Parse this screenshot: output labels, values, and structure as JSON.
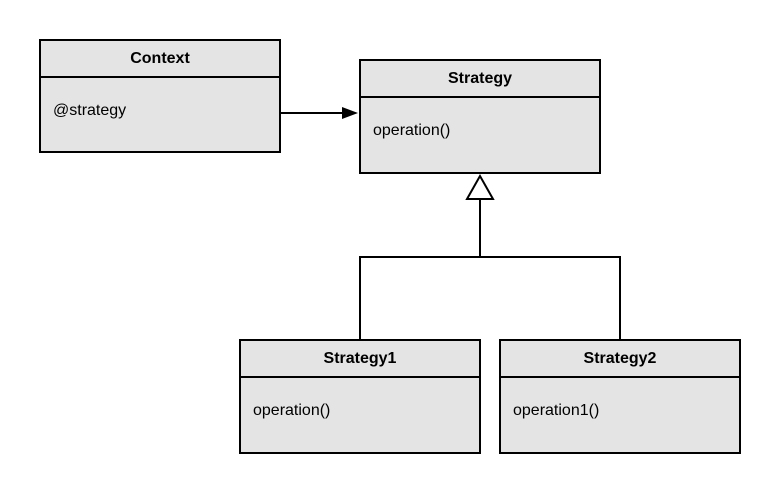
{
  "diagram": {
    "classes": {
      "context": {
        "title": "Context",
        "member": "@strategy"
      },
      "strategy": {
        "title": "Strategy",
        "member": "operation()"
      },
      "strategy1": {
        "title": "Strategy1",
        "member": "operation()"
      },
      "strategy2": {
        "title": "Strategy2",
        "member": "operation1()"
      }
    },
    "relations": [
      {
        "from": "context",
        "to": "strategy",
        "kind": "association"
      },
      {
        "from": "strategy1",
        "to": "strategy",
        "kind": "inheritance"
      },
      {
        "from": "strategy2",
        "to": "strategy",
        "kind": "inheritance"
      }
    ],
    "colors": {
      "box_fill": "#e4e4e4",
      "stroke": "#000000",
      "background": "#ffffff"
    }
  }
}
